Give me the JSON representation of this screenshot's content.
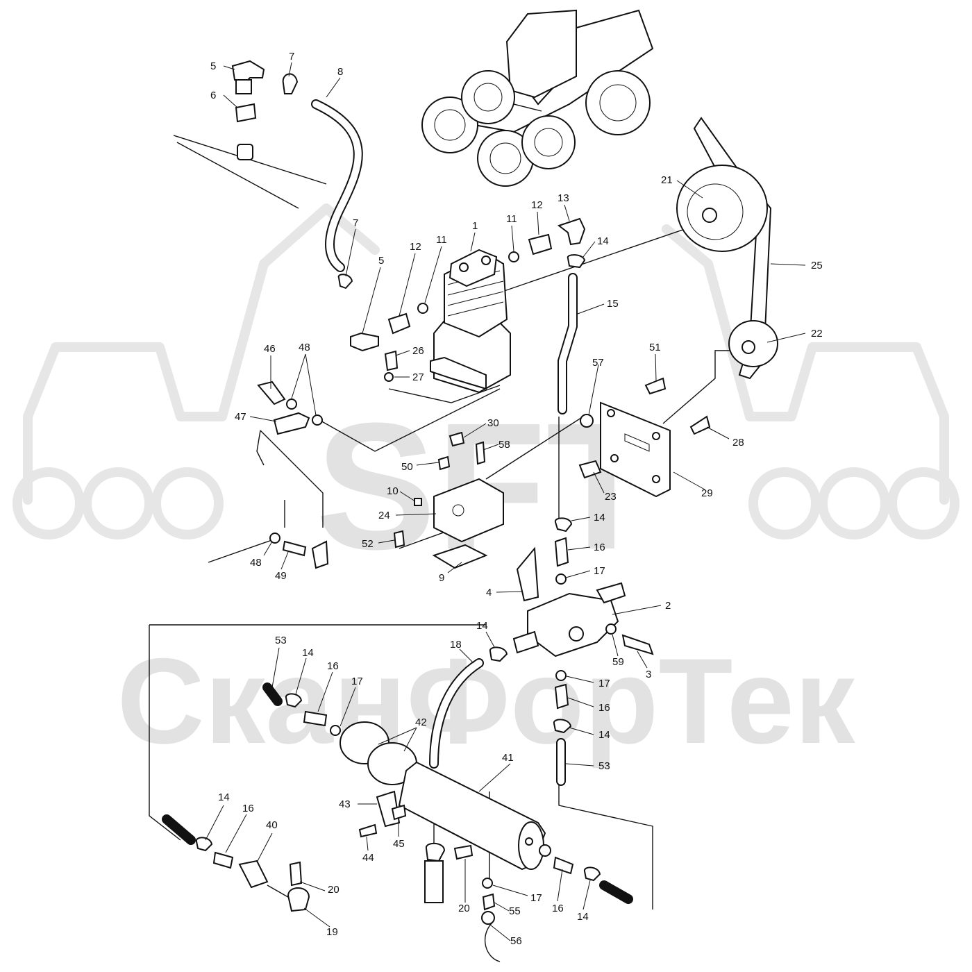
{
  "watermark": {
    "logo_text": "SFT",
    "brand_text": "СканФорТек"
  },
  "callouts": [
    {
      "id": "c5a",
      "text": "5"
    },
    {
      "id": "c7a",
      "text": "7"
    },
    {
      "id": "c8",
      "text": "8"
    },
    {
      "id": "c6",
      "text": "6"
    },
    {
      "id": "c7b",
      "text": "7"
    },
    {
      "id": "c5b",
      "text": "5"
    },
    {
      "id": "c12a",
      "text": "12"
    },
    {
      "id": "c11a",
      "text": "11"
    },
    {
      "id": "c1",
      "text": "1"
    },
    {
      "id": "c11b",
      "text": "11"
    },
    {
      "id": "c12b",
      "text": "12"
    },
    {
      "id": "c13",
      "text": "13"
    },
    {
      "id": "c14a",
      "text": "14"
    },
    {
      "id": "c15",
      "text": "15"
    },
    {
      "id": "c21",
      "text": "21"
    },
    {
      "id": "c25",
      "text": "25"
    },
    {
      "id": "c22",
      "text": "22"
    },
    {
      "id": "c26",
      "text": "26"
    },
    {
      "id": "c27",
      "text": "27"
    },
    {
      "id": "c46",
      "text": "46"
    },
    {
      "id": "c48a",
      "text": "48"
    },
    {
      "id": "c47",
      "text": "47"
    },
    {
      "id": "c51",
      "text": "51"
    },
    {
      "id": "c57",
      "text": "57"
    },
    {
      "id": "c28",
      "text": "28"
    },
    {
      "id": "c30",
      "text": "30"
    },
    {
      "id": "c58",
      "text": "58"
    },
    {
      "id": "c50",
      "text": "50"
    },
    {
      "id": "c10",
      "text": "10"
    },
    {
      "id": "c24",
      "text": "24"
    },
    {
      "id": "c23",
      "text": "23"
    },
    {
      "id": "c29",
      "text": "29"
    },
    {
      "id": "c14b",
      "text": "14"
    },
    {
      "id": "c52",
      "text": "52"
    },
    {
      "id": "c48b",
      "text": "48"
    },
    {
      "id": "c49",
      "text": "49"
    },
    {
      "id": "c16a",
      "text": "16"
    },
    {
      "id": "c9",
      "text": "9"
    },
    {
      "id": "c17a",
      "text": "17"
    },
    {
      "id": "c4",
      "text": "4"
    },
    {
      "id": "c2",
      "text": "2"
    },
    {
      "id": "c14c",
      "text": "14"
    },
    {
      "id": "c18",
      "text": "18"
    },
    {
      "id": "c59",
      "text": "59"
    },
    {
      "id": "c3",
      "text": "3"
    },
    {
      "id": "c53a",
      "text": "53"
    },
    {
      "id": "c14d",
      "text": "14"
    },
    {
      "id": "c16b",
      "text": "16"
    },
    {
      "id": "c17b",
      "text": "17"
    },
    {
      "id": "c17c",
      "text": "17"
    },
    {
      "id": "c16c",
      "text": "16"
    },
    {
      "id": "c42",
      "text": "42"
    },
    {
      "id": "c14e",
      "text": "14"
    },
    {
      "id": "c53b",
      "text": "53"
    },
    {
      "id": "c41",
      "text": "41"
    },
    {
      "id": "c43",
      "text": "43"
    },
    {
      "id": "c14f",
      "text": "14"
    },
    {
      "id": "c16d",
      "text": "16"
    },
    {
      "id": "c40",
      "text": "40"
    },
    {
      "id": "c44",
      "text": "44"
    },
    {
      "id": "c45",
      "text": "45"
    },
    {
      "id": "c20a",
      "text": "20"
    },
    {
      "id": "c20b",
      "text": "20"
    },
    {
      "id": "c17d",
      "text": "17"
    },
    {
      "id": "c16e",
      "text": "16"
    },
    {
      "id": "c14g",
      "text": "14"
    },
    {
      "id": "c55",
      "text": "55"
    },
    {
      "id": "c19",
      "text": "19"
    },
    {
      "id": "c56",
      "text": "56"
    }
  ]
}
